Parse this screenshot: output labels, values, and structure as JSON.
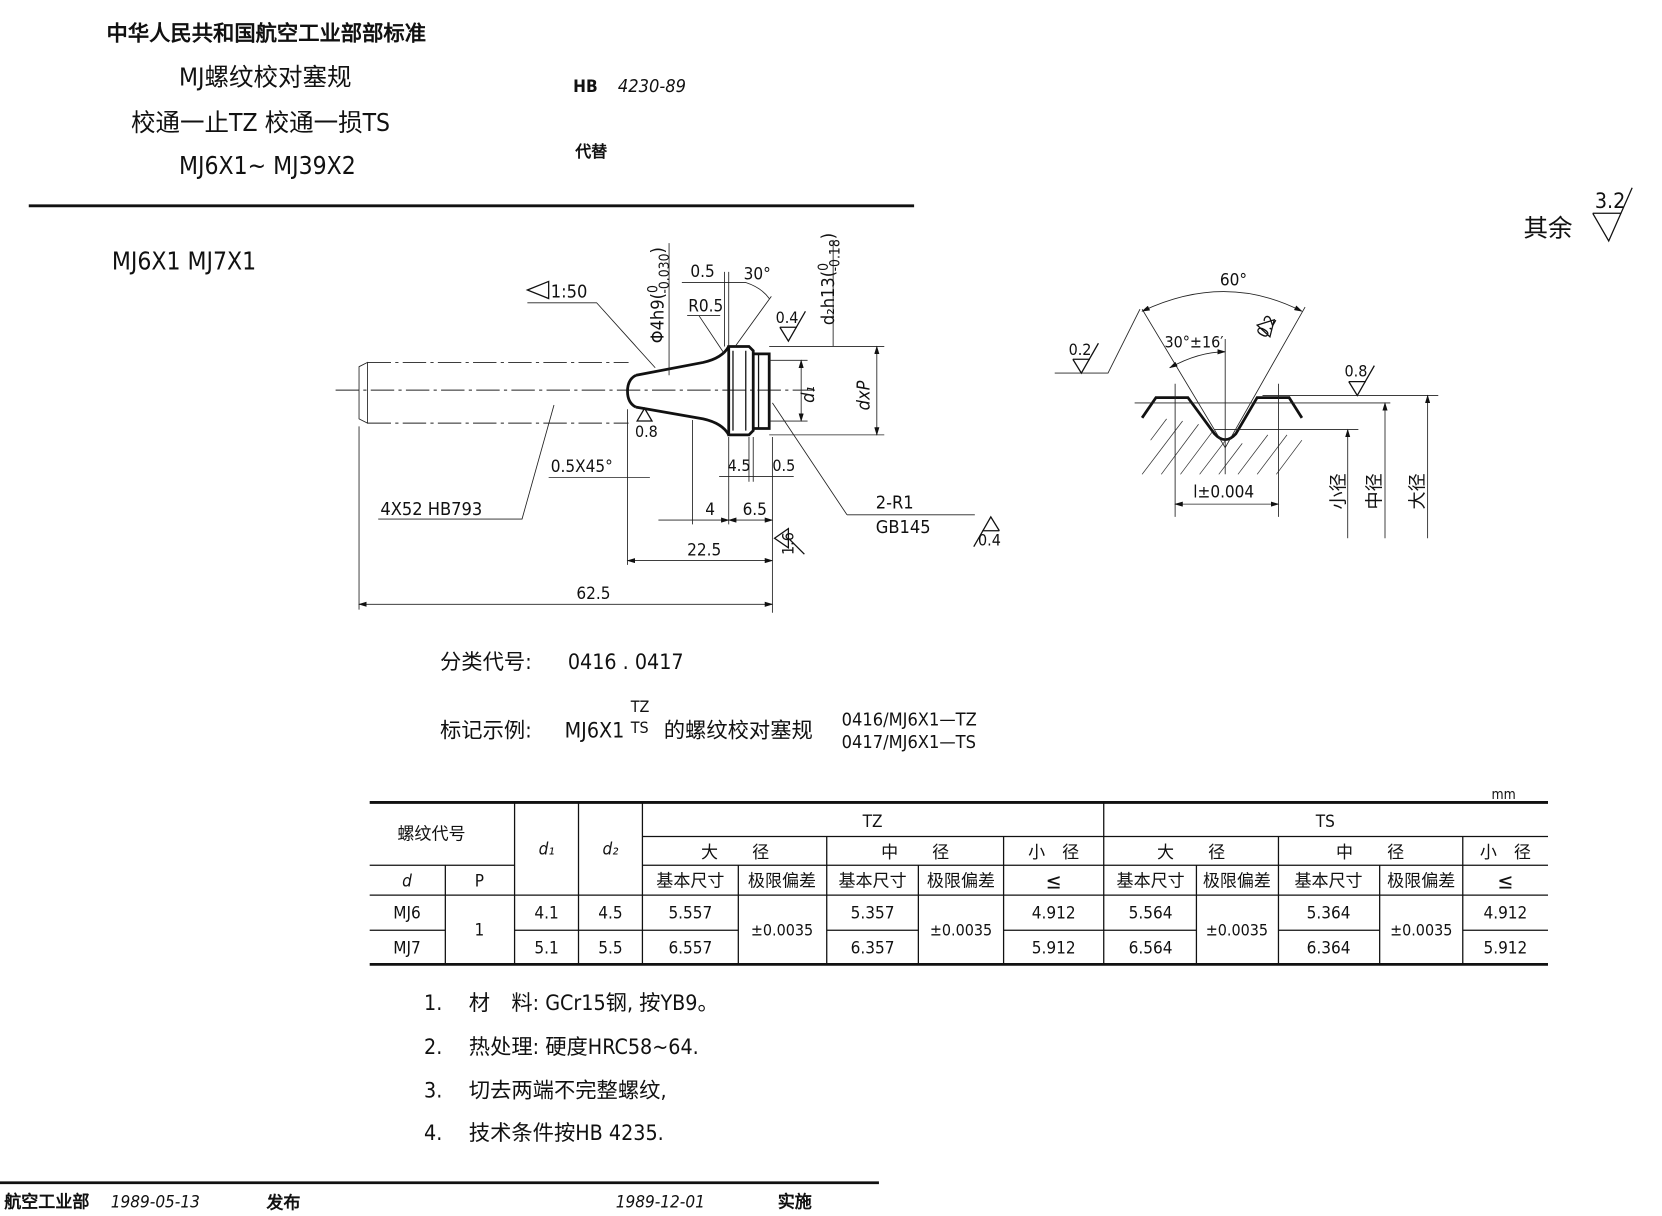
{
  "header": {
    "org": "中华人民共和国航空工业部部标准",
    "title_lines": [
      "MJ螺纹校对塞规",
      "校通一止TZ  校通一损TS",
      "MJ6X1~ MJ39X2"
    ],
    "standard_prefix": "HB",
    "standard_no": "4230-89",
    "replaces_label": "代替"
  },
  "roughness_default": {
    "label": "其余",
    "value": "3.2"
  },
  "view_title": "MJ6X1  MJ7X1",
  "drawing": {
    "taper": "1:50",
    "phi4": "Φ4h9(",
    "phi4_tol_upper": "0",
    "phi4_tol_lower": "-0.030",
    "chamfer_width": "0.5",
    "chamfer_angle": "30°",
    "fillet": "R0.5",
    "d2": "d₂h13(",
    "d2_tol_upper": "0",
    "d2_tol_lower": "-0.18",
    "rough_04_top": "0.4",
    "d1": "d₁",
    "dxP": "dxP",
    "rough_08": "0.8",
    "edge_chamfer": "0.5X45°",
    "dim_45": "4.5",
    "dim_05": "0.5",
    "handle": "4X52 HB793",
    "dim_4": "4",
    "dim_65": "6.5",
    "center_hole": "2-R1",
    "center_hole_std": "GB145",
    "rough_04_right": "0.4",
    "rough_16": "1.6",
    "dim_225": "22.5",
    "dim_625": "62.5"
  },
  "thread_profile": {
    "angle": "60°",
    "half_angle": "30°±16′",
    "rough_flank": "0.2",
    "rough_left": "0.2",
    "rough_crest": "0.8",
    "pitch_tol": "l±0.004",
    "minor": "小径",
    "pitch": "中径",
    "major": "大径"
  },
  "classification": {
    "label": "分类代号:",
    "value": "0416 . 0417"
  },
  "marking": {
    "label": "标记示例:",
    "code": "MJ6X1",
    "sup": "TZ",
    "sub": "TS",
    "desc": "的螺纹校对塞规",
    "examples": [
      "0416/MJ6X1—TZ",
      "0417/MJ6X1—TS"
    ]
  },
  "table": {
    "unit": "mm",
    "h_thread_code": "螺纹代号",
    "h_d": "d",
    "h_P": "P",
    "h_d1": "d₁",
    "h_d2": "d₂",
    "h_TZ": "TZ",
    "h_TS": "TS",
    "h_major": "大　　径",
    "h_pitch": "中　　径",
    "h_minor": "小　径",
    "h_basic": "基本尺寸",
    "h_tol": "极限偏差",
    "h_le": "≤",
    "P_value": "1",
    "rows": [
      {
        "d": "MJ6",
        "d1": "4.1",
        "d2": "4.5",
        "tz_major": "5.557",
        "tz_pitch": "5.357",
        "tz_minor": "4.912",
        "ts_major": "5.564",
        "ts_pitch": "5.364",
        "ts_minor": "4.912"
      },
      {
        "d": "MJ7",
        "d1": "5.1",
        "d2": "5.5",
        "tz_major": "6.557",
        "tz_pitch": "6.357",
        "tz_minor": "5.912",
        "ts_major": "6.564",
        "ts_pitch": "6.364",
        "ts_minor": "5.912"
      }
    ],
    "tz_major_tol": "±0.0035",
    "tz_pitch_tol": "±0.0035",
    "ts_major_tol": "±0.0035",
    "ts_pitch_tol": "±0.0035"
  },
  "notes": [
    {
      "num": "1.",
      "text": "材　料: GCr15钢, 按YB9。"
    },
    {
      "num": "2.",
      "text": "热处理: 硬度HRC58~64."
    },
    {
      "num": "3.",
      "text": "切去两端不完整螺纹,"
    },
    {
      "num": "4.",
      "text": "技术条件按HB 4235."
    }
  ],
  "footer": {
    "issuer": "航空工业部",
    "issue_date": "1989-05-13",
    "issue_label": "发布",
    "effective_date": "1989-12-01",
    "effective_label": "实施"
  }
}
